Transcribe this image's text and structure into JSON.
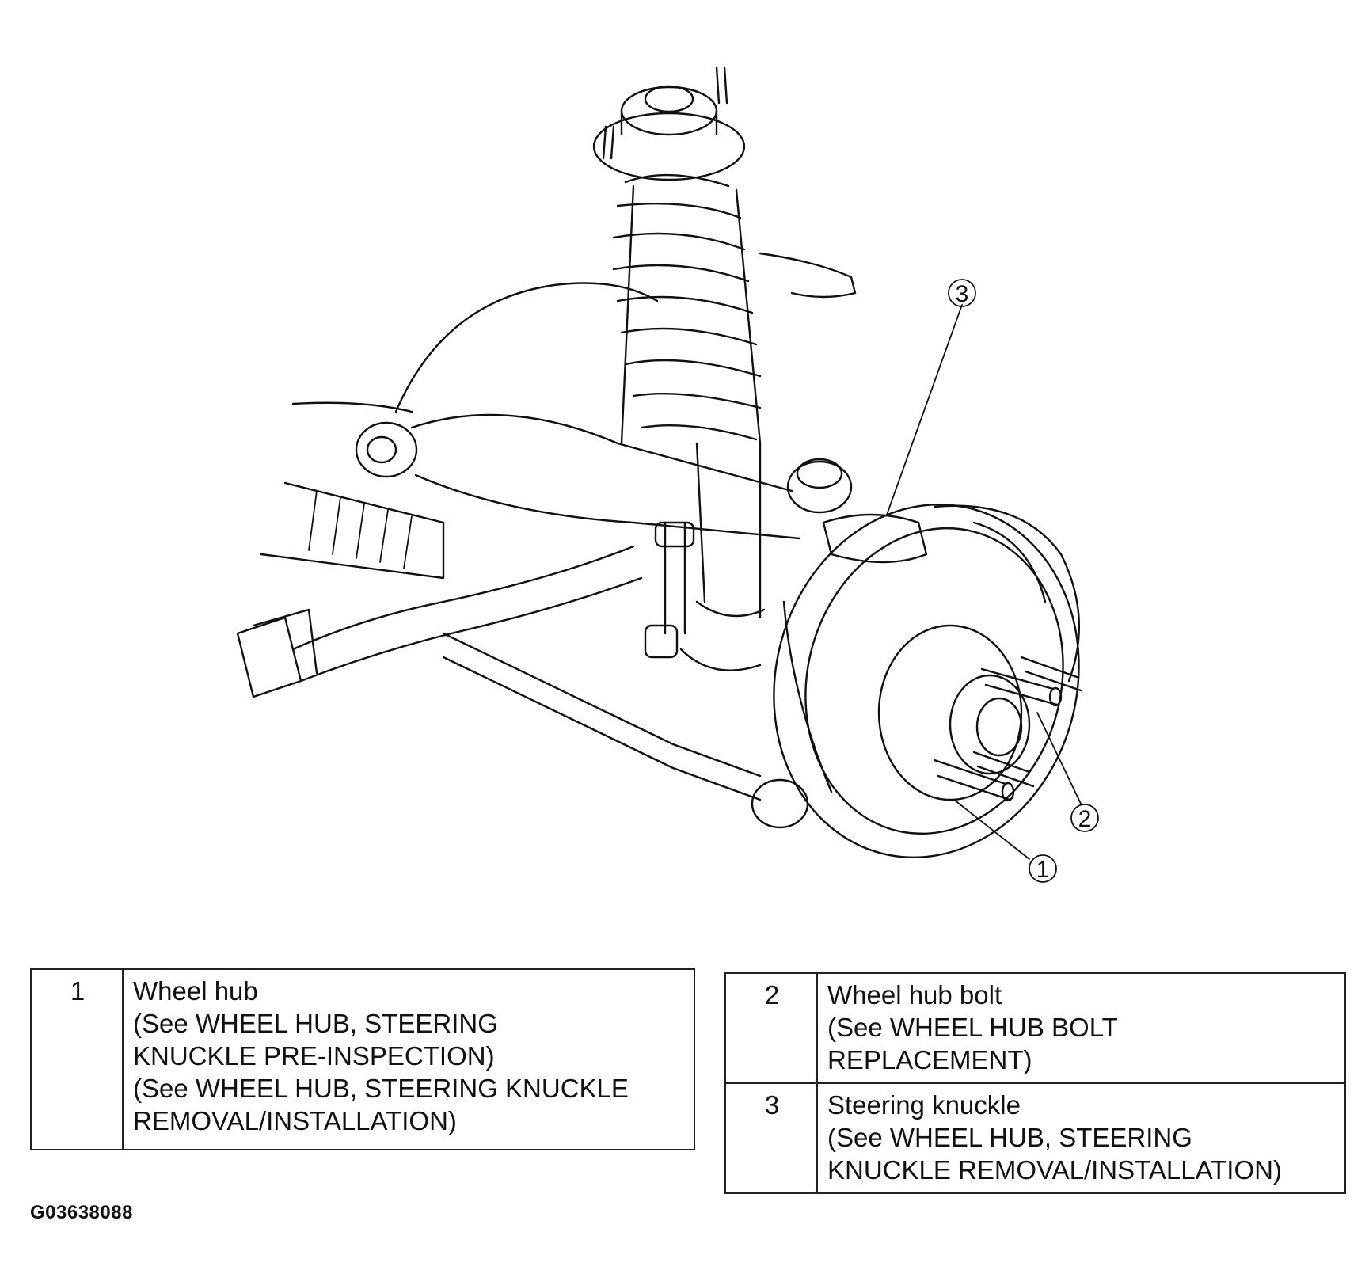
{
  "callouts": [
    {
      "number": "1",
      "target": "Wheel hub"
    },
    {
      "number": "2",
      "target": "Wheel hub bolt"
    },
    {
      "number": "3",
      "target": "Steering knuckle"
    }
  ],
  "legend_left": {
    "rows": [
      {
        "number": "1",
        "description": "Wheel hub\n(See WHEEL HUB, STEERING\nKNUCKLE PRE-INSPECTION)\n(See  WHEEL HUB, STEERING KNUCKLE\nREMOVAL/INSTALLATION)"
      }
    ]
  },
  "legend_right": {
    "rows": [
      {
        "number": "2",
        "description": "Wheel hub bolt\n(See  WHEEL HUB BOLT\nREPLACEMENT)"
      },
      {
        "number": "3",
        "description": "Steering knuckle\n(See WHEEL HUB, STEERING\nKNUCKLE REMOVAL/INSTALLATION)"
      }
    ]
  },
  "figure_code": "G03638088"
}
